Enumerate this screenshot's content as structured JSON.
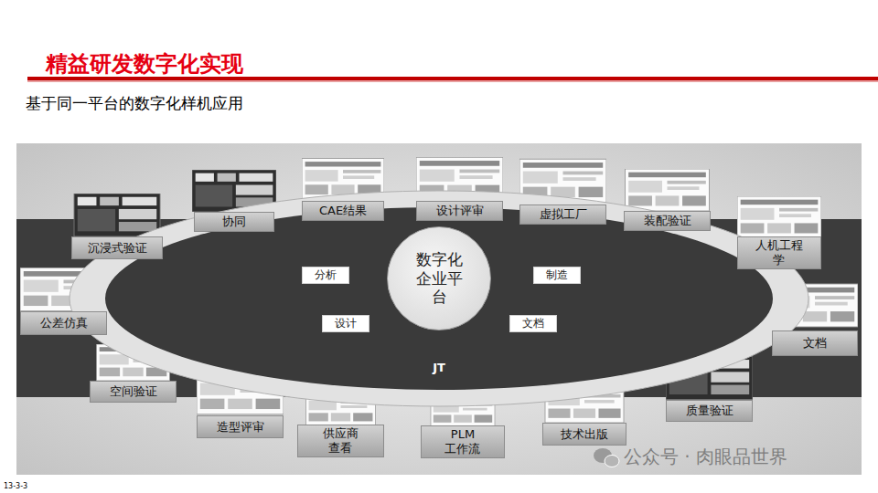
{
  "diagram": {
    "title": "精益研发数字化实现",
    "nodes": [
      {
        "text": [
          "JT"
        ]
      },
      {
        "text": [
          "数字化企业平台"
        ],
        "in": 0
      },
      {
        "text": [
          "分析"
        ],
        "in": 0
      },
      {
        "text": [
          "制造"
        ],
        "in": 0
      },
      {
        "text": [
          "设计"
        ],
        "in": 0
      },
      {
        "text": [
          "文档"
        ],
        "in": 0
      },
      {
        "text": [
          "沉浸式验证"
        ]
      },
      {
        "text": [
          "协同"
        ]
      },
      {
        "text": [
          "CAE结果"
        ]
      },
      {
        "text": [
          "设计评审"
        ]
      },
      {
        "text": [
          "虚拟工厂"
        ]
      },
      {
        "text": [
          "装配验证"
        ]
      },
      {
        "text": [
          "人机工程学"
        ]
      },
      {
        "text": [
          "文档"
        ]
      },
      {
        "text": [
          "质量验证"
        ]
      },
      {
        "text": [
          "技术出版"
        ]
      },
      {
        "text": [
          "PLM 工作流"
        ]
      },
      {
        "text": [
          "供应商查看"
        ]
      },
      {
        "text": [
          "造型评审"
        ]
      },
      {
        "text": [
          "空间验证"
        ]
      },
      {
        "text": [
          "公差仿真"
        ]
      }
    ],
    "labels": [
      "基于同一平台的数字化样机应用",
      "公众号 · 肉眼品世界",
      "13-3-3"
    ]
  }
}
